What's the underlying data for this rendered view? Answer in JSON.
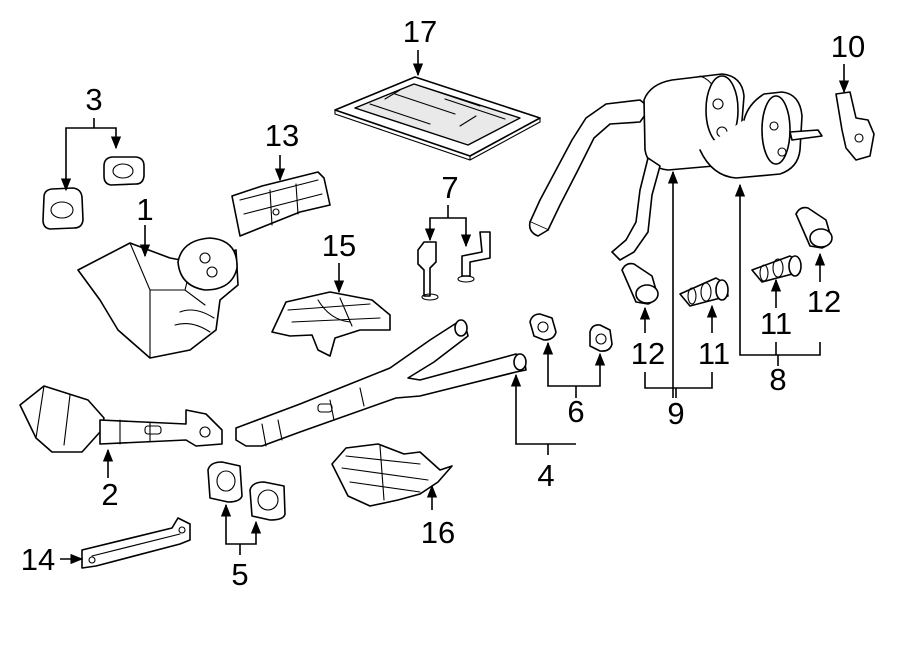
{
  "callouts": {
    "c1": "1",
    "c2": "2",
    "c3": "3",
    "c4": "4",
    "c5": "5",
    "c6": "6",
    "c7": "7",
    "c8": "8",
    "c9": "9",
    "c10": "10",
    "c11a": "11",
    "c11b": "11",
    "c12a": "12",
    "c12b": "12",
    "c13": "13",
    "c14": "14",
    "c15": "15",
    "c16": "16",
    "c17": "17"
  }
}
